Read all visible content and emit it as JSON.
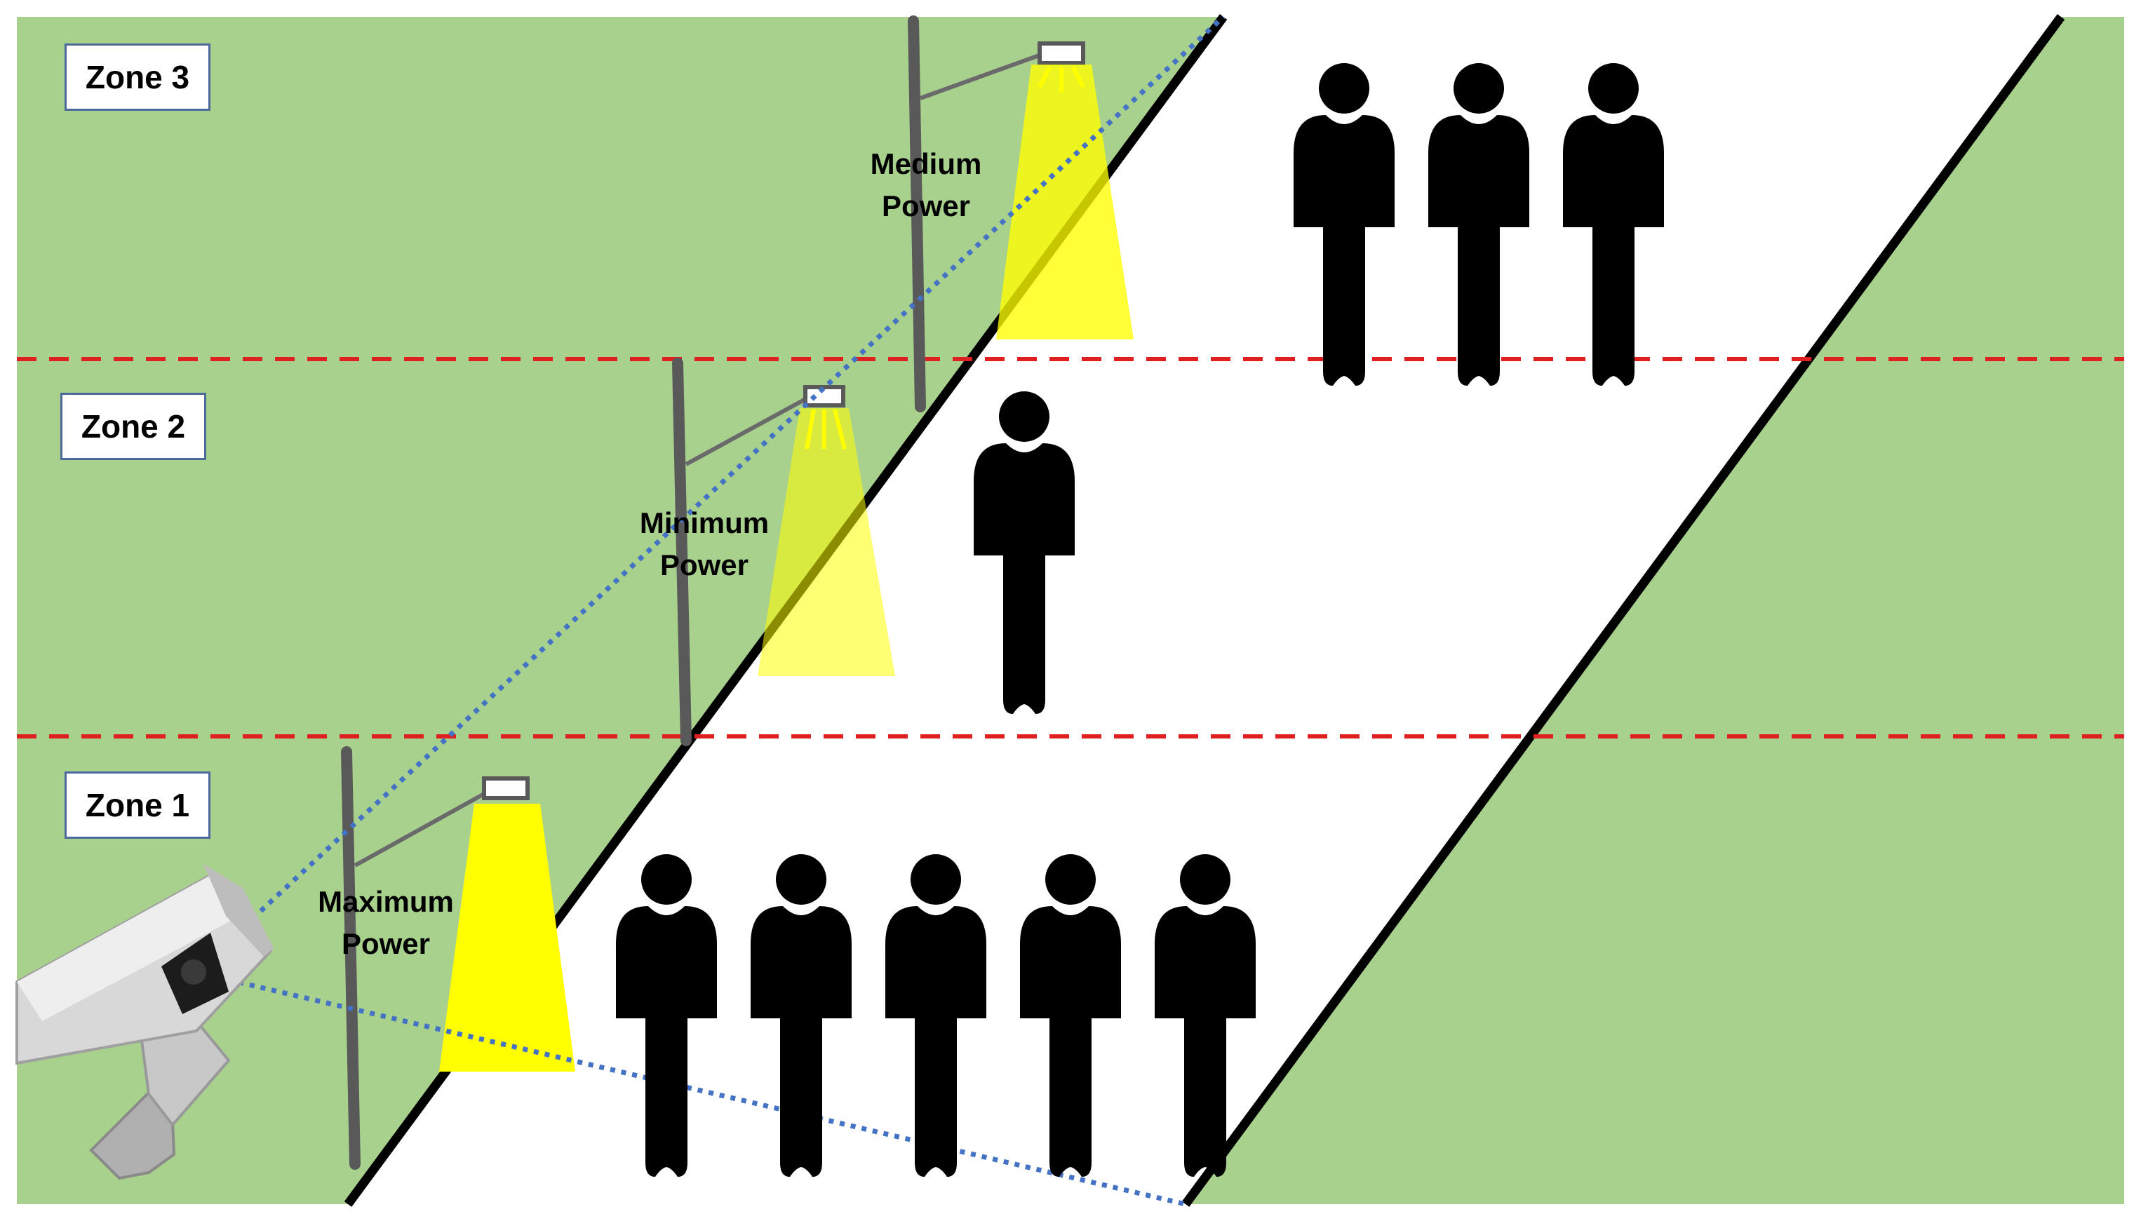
{
  "colors": {
    "grass": "#a9d18e",
    "road": "#ffffff",
    "road_edge": "#000000",
    "zone_divider": "#e02020",
    "camera_view": "#4472c4",
    "light_beam": "#ffff00",
    "pole": "#595959",
    "person": "#000000"
  },
  "zones": [
    {
      "label": "Zone 3",
      "people_count": 3,
      "power_line1": "Medium",
      "power_line2": "Power"
    },
    {
      "label": "Zone 2",
      "people_count": 1,
      "power_line1": "Minimum",
      "power_line2": "Power"
    },
    {
      "label": "Zone 1",
      "people_count": 5,
      "power_line1": "Maximum",
      "power_line2": "Power"
    }
  ],
  "icons": {
    "camera": "security-camera-icon",
    "person": "person-icon",
    "street_light": "street-light-icon"
  }
}
